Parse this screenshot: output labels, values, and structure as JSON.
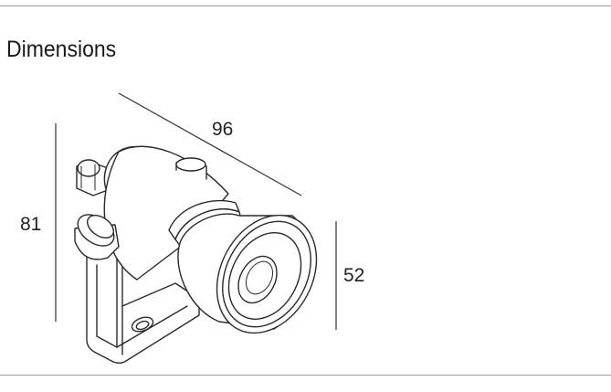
{
  "section": {
    "title": "Dimensions"
  },
  "dimensions": {
    "length": "96",
    "height": "81",
    "head_diameter": "52"
  }
}
